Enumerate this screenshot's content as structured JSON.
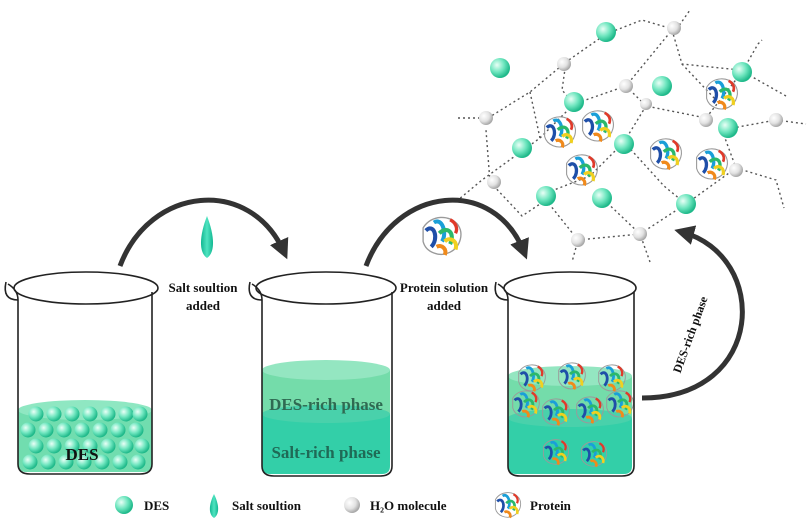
{
  "labels": {
    "des": "DES",
    "salt_added_line1": "Salt soultion",
    "salt_added_line2": "added",
    "protein_added_line1": "Protein solution",
    "protein_added_line2": "added",
    "des_rich_phase": "DES-rich phase",
    "salt_rich_phase": "Salt-rich phase",
    "arrow_des_rich_phase": "DES-rich phase"
  },
  "legend": [
    {
      "icon": "des-sphere-icon",
      "label": "DES"
    },
    {
      "icon": "salt-droplet-icon",
      "label": "Salt soultion"
    },
    {
      "icon": "water-sphere-icon",
      "label": "H₂O molecule"
    },
    {
      "icon": "protein-icon",
      "label": "Protein"
    }
  ],
  "colors": {
    "des_sphere": "#5fe0b4",
    "salt": "#1fc9a3",
    "des_rich_phase": "#6edba6",
    "salt_rich_phase": "#2fd0a6",
    "water": "#d6d6d6",
    "arrow": "#333333"
  }
}
